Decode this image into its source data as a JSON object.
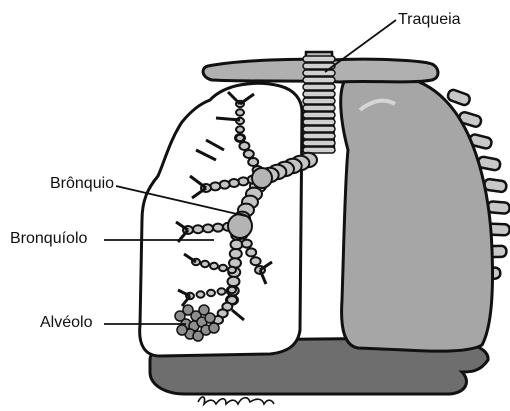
{
  "labels": {
    "trachea": "Traqueia",
    "bronchus": "Brônquio",
    "bronchiole": "Bronquíolo",
    "alveolus": "Alvéolo"
  },
  "colors": {
    "outline": "#111111",
    "lung_fill": "#ffffff",
    "lung_shade": "#a6a6a6",
    "diaphragm": "#6e6e6e",
    "ribs": "#c8c8c8",
    "trachea_fill": "#bdbdbd",
    "bronchi_fill": "#c4c4c4",
    "alveoli_fill": "#8e8e8e"
  },
  "signature_text": "Anielkar"
}
